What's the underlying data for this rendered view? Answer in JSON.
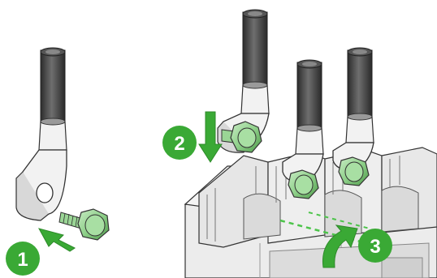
{
  "diagram": {
    "steps": [
      {
        "number": "1",
        "action": "insert-screw"
      },
      {
        "number": "2",
        "action": "lower-cable-lug"
      },
      {
        "number": "3",
        "action": "tighten-screw"
      }
    ],
    "colors": {
      "step_badge": "#3aa935",
      "arrow": "#3aa935",
      "screw": "#8fd08a",
      "screw_dark": "#4e9a4a",
      "cable": "#3a3a3a",
      "cable_highlight": "#6e6e6e",
      "lug": "#f2f2f2",
      "outline": "#333333",
      "breaker_body": "#ececec",
      "breaker_front": "#d9d9d9",
      "guide_dashes": "#4cc44a"
    }
  }
}
